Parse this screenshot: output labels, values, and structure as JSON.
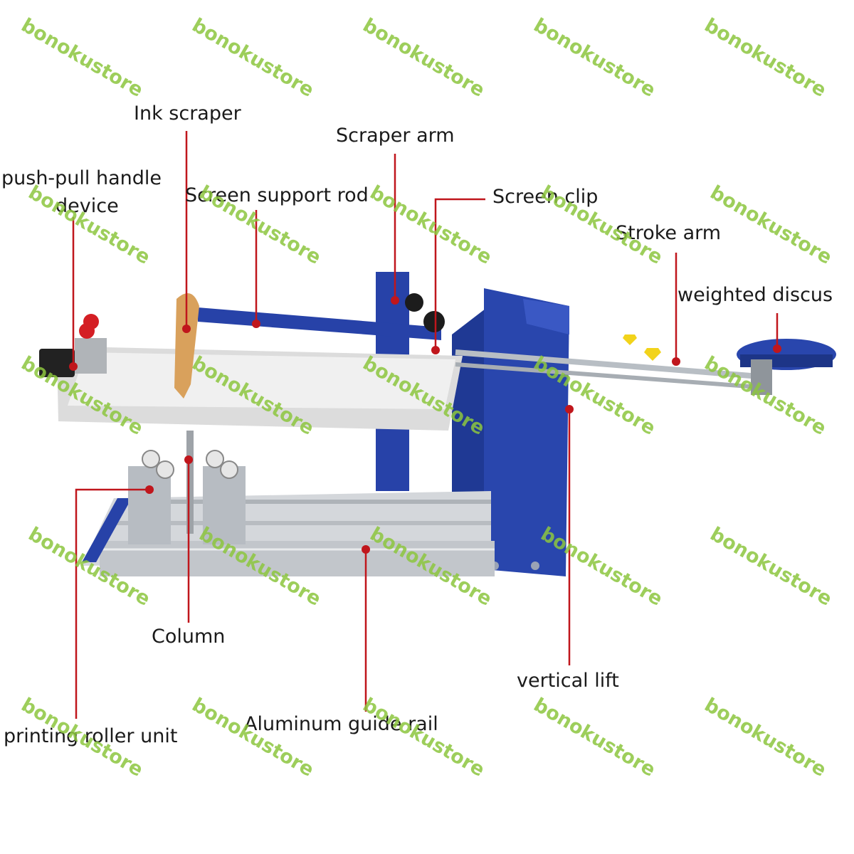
{
  "labels": {
    "ink_scraper": "Ink scraper",
    "scraper_arm": "Scraper arm",
    "push_pull_line1": "push-pull handle",
    "push_pull_line2": "device",
    "screen_support_rod": "Screen support rod",
    "screen_clip": "Screen clip",
    "stroke_arm": "Stroke arm",
    "weighted_discus": "weighted discus",
    "column": "Column",
    "vertical_lift": "vertical lift",
    "printing_roller_unit": "printing roller unit",
    "aluminum_guide_rail": "Aluminum guide rail"
  },
  "watermark": "bonokustore",
  "colors": {
    "leader": "#c0161c",
    "machine_blue": "#2742a8",
    "tray_grey": "#d9d9d9",
    "aluminum": "#c8ccd0",
    "handle_wood": "#d9a15c",
    "knob_red": "#d41e24",
    "knob_yellow": "#f2d31b",
    "watermark_green": "#8dc63f"
  }
}
